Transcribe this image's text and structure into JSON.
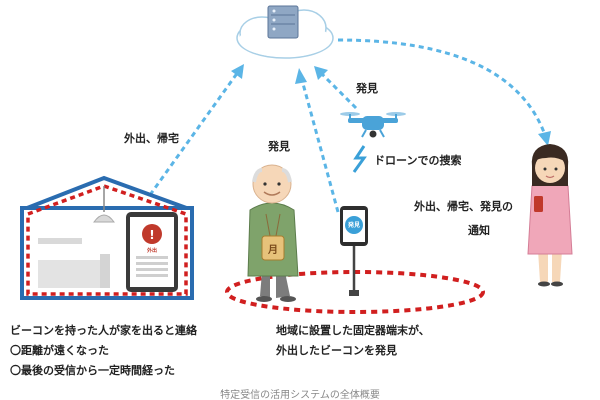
{
  "labels": {
    "outing_return": "外出、帰宅",
    "found_drone": "発見",
    "found_terminal": "発見",
    "drone_search": "ドローンでの捜索",
    "notify_line1": "外出、帰宅、発見の",
    "notify_line2": "通知",
    "home_line1": "ビーコンを持った人が家を出ると連絡",
    "home_line2": "〇距離が遠くなった",
    "home_line3": "〇最後の受信から一定時間経った",
    "terminal_line1": "地域に設置した固定器端末が、",
    "terminal_line2": "外出したビーコンを発見",
    "tablet_badge": "外出",
    "terminal_badge": "発見",
    "charm_char": "月",
    "caption": "特定受信の活用システムの全体概要"
  },
  "colors": {
    "arrow": "#5bb5e6",
    "house": "#2a6cb0",
    "zone": "#d11f1f",
    "cloud_stroke": "#a8cfe6"
  }
}
